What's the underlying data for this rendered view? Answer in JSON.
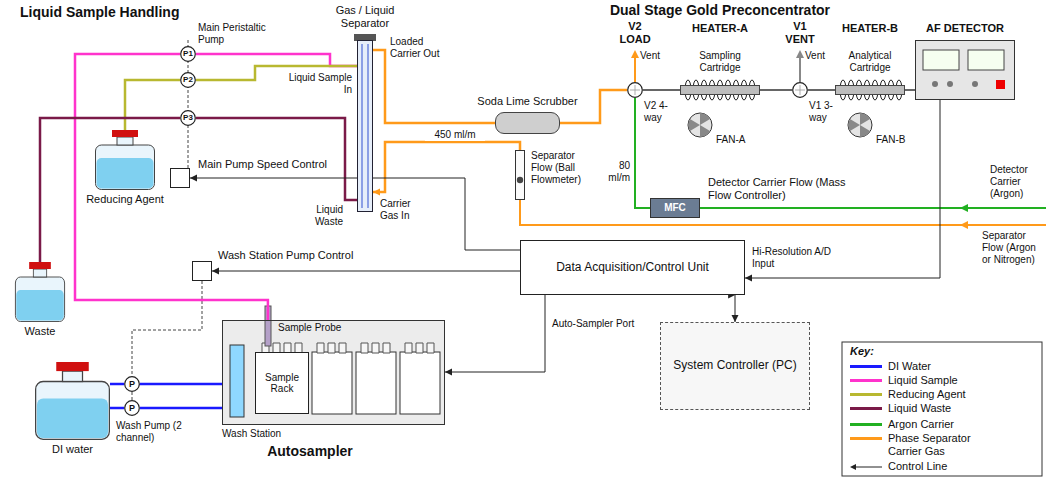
{
  "diagram": {
    "nodes": [
      {
        "text": [
          "P1"
        ]
      },
      {
        "text": [
          "P2"
        ]
      },
      {
        "text": [
          "P3"
        ]
      },
      {
        "text": [
          "Reducing Agent"
        ]
      },
      {
        "text": [
          "Waste"
        ]
      },
      {
        "text": [
          "Gas / Liquid Separator"
        ]
      },
      {
        "text": [
          "Soda Lime Scrubber"
        ]
      },
      {
        "text": [
          "V2 LOAD"
        ]
      },
      {
        "text": [
          "HEATER-A",
          "Sampling Cartridge"
        ]
      },
      {
        "text": [
          "V1 VENT"
        ]
      },
      {
        "text": [
          "HEATER-B",
          "Analytical Cartridge"
        ]
      },
      {
        "text": [
          "AF DETECTOR"
        ]
      },
      {
        "text": [
          "Separator Flow (Ball Flowmeter)"
        ]
      },
      {
        "text": [
          "MFC",
          "Detector Carrier Flow (Mass Flow Controller)"
        ]
      },
      {
        "text": [
          "Main Pump Speed Control"
        ]
      },
      {
        "text": [
          "Wash Station Pump Control"
        ]
      },
      {
        "text": [
          "Data Acquisition/Control Unit"
        ]
      },
      {
        "text": [
          "Autosampler"
        ]
      },
      {
        "text": [
          "Sample Rack"
        ],
        "in": 17
      },
      {
        "text": [
          "P"
        ]
      },
      {
        "text": [
          "P"
        ]
      },
      {
        "text": [
          "DI water"
        ]
      },
      {
        "text": [
          "System Controller (PC)"
        ]
      }
    ],
    "edges": [
      {
        "from": 17,
        "to": 0,
        "arrow": "none"
      },
      {
        "from": 0,
        "to": 5,
        "arrow": "none"
      },
      {
        "from": 3,
        "to": 1,
        "arrow": "none"
      },
      {
        "from": 1,
        "to": 5,
        "arrow": "none"
      },
      {
        "from": 5,
        "to": 2,
        "arrow": "none"
      },
      {
        "from": 2,
        "to": 4,
        "arrow": "none"
      },
      {
        "from": 5,
        "to": 6,
        "arrow": "none"
      },
      {
        "from": 6,
        "to": 7,
        "arrow": "none"
      },
      {
        "from": 7,
        "to": 8,
        "arrow": "none"
      },
      {
        "from": 8,
        "to": 9,
        "arrow": "none"
      },
      {
        "from": 9,
        "to": 10,
        "arrow": "none"
      },
      {
        "from": 10,
        "to": 11,
        "arrow": "none"
      },
      {
        "from": 13,
        "to": 7,
        "label": "80 ml/m",
        "arrow": "none"
      },
      {
        "from": 12,
        "to": 5,
        "label": "450 ml/m",
        "arrow": "to"
      },
      {
        "from": 16,
        "to": 14,
        "arrow": "to"
      },
      {
        "from": 16,
        "to": 15,
        "arrow": "to"
      },
      {
        "from": 16,
        "to": 17,
        "arrow": "to"
      },
      {
        "from": 16,
        "to": 22,
        "arrow": "both"
      },
      {
        "from": 11,
        "to": 16,
        "arrow": "to"
      },
      {
        "from": 21,
        "to": 19,
        "arrow": "none"
      },
      {
        "from": 21,
        "to": 20,
        "arrow": "none"
      },
      {
        "from": 19,
        "to": 17,
        "arrow": "none"
      },
      {
        "from": 20,
        "to": 17,
        "arrow": "none"
      }
    ],
    "labels": [
      "Liquid Sample Handling",
      "Dual Stage Gold Preconcentrator",
      "Main Peristaltic Pump",
      "Liquid Sample In",
      "Liquid Waste",
      "Loaded Carrier Out",
      "Carrier Gas In",
      "Vent",
      "V2 4-way",
      "Vent",
      "V1 3-way",
      "FAN-A",
      "FAN-B",
      "Detector Carrier (Argon)",
      "Separator Flow (Argon or Nitrogen)",
      "Hi-Resolution A/D Input",
      "Auto-Sampler Port",
      "Sample Probe",
      "Wash Station",
      "Wash Pump (2 channel)",
      "Key:"
    ],
    "legend": [
      {
        "text": "DI Water",
        "color": "#1a1aff"
      },
      {
        "text": "Liquid Sample",
        "color": "#ff33cc"
      },
      {
        "text": "Reducing Agent",
        "color": "#b8b830"
      },
      {
        "text": "Liquid Waste",
        "color": "#7a1a48"
      },
      {
        "text": "Argon Carrier",
        "color": "#22b022"
      },
      {
        "text": "Phase Separator Carrier Gas",
        "color": "#ff9a1a"
      },
      {
        "text": "Control Line"
      }
    ]
  }
}
